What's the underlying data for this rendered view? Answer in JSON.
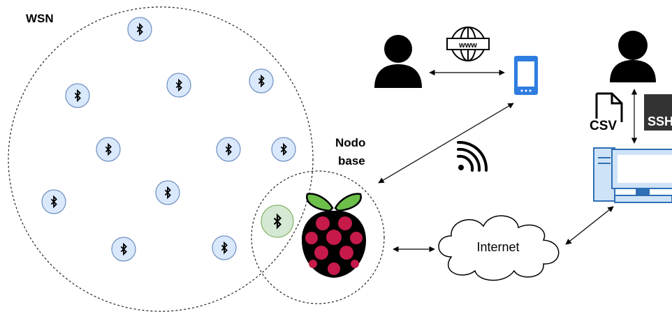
{
  "labels": {
    "wsn": "WSN",
    "base_node_line1": "Nodo",
    "base_node_line2": "base",
    "internet": "Internet",
    "www": "www",
    "csv": "CSV",
    "ssh": "SSH"
  },
  "colors": {
    "sensor_fill": "#dae8fc",
    "sensor_stroke": "#6c8ebf",
    "base_sensor_fill": "#d5e8d4",
    "base_sensor_stroke": "#82b366",
    "raspberry_red": "#c51a4a",
    "raspberry_green": "#6cc04a",
    "phone_blue": "#2f7de1",
    "computer_blue": "#cfe3f8",
    "line": "#000000"
  },
  "icons": {
    "sensor": "bluetooth-icon",
    "user": "user-icon",
    "web": "globe-icon",
    "phone": "smartphone-icon",
    "wireless": "wifi-signal-icon",
    "board": "raspberry-pi-icon",
    "cloud": "cloud-icon",
    "file": "csv-file-icon",
    "terminal": "ssh-terminal-icon",
    "computer": "desktop-computer-icon"
  }
}
